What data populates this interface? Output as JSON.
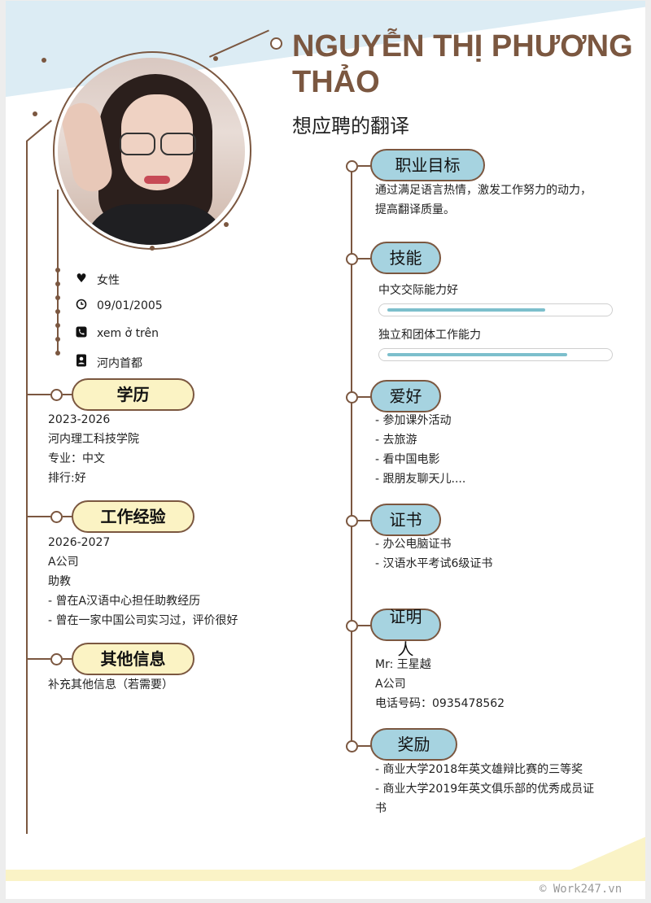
{
  "header": {
    "name": "NGUYỄN THỊ PHƯƠNG THẢO",
    "job_title": "想应聘的翻译"
  },
  "personal": [
    {
      "icon": "heart-icon",
      "text": "女性"
    },
    {
      "icon": "clock-icon",
      "text": "09/01/2005"
    },
    {
      "icon": "phone-icon",
      "text": "xem ở trên"
    },
    {
      "icon": "contact-card-icon",
      "text": "河内首都"
    }
  ],
  "education": {
    "title": "学历",
    "lines": [
      "2023-2026",
      "河内理工科技学院",
      "专业：中文",
      "排行:好"
    ]
  },
  "experience": {
    "title": "工作经验",
    "lines": [
      "2026-2027",
      "A公司",
      "助教",
      "- 曾在A汉语中心担任助教经历",
      "- 曾在一家中国公司实习过，评价很好"
    ]
  },
  "other": {
    "title": "其他信息",
    "lines": [
      "补充其他信息（若需要）"
    ]
  },
  "objective": {
    "title": "职业目标",
    "lines": [
      "通过满足语言热情，激发工作努力的动力，",
      "提高翻译质量。"
    ]
  },
  "skills": {
    "title": "技能",
    "items": [
      {
        "label": "中文交际能力好",
        "level": 0.73
      },
      {
        "label": "独立和团体工作能力",
        "level": 0.83
      }
    ]
  },
  "hobbies": {
    "title": "爱好",
    "lines": [
      "- 参加课外活动",
      "- 去旅游",
      "- 看中国电影",
      "- 跟朋友聊天儿...."
    ]
  },
  "certificates": {
    "title": "证书",
    "lines": [
      "- 办公电脑证书",
      "- 汉语水平考试6级证书"
    ]
  },
  "references": {
    "title": "证明人",
    "lines": [
      "Mr: 王星越",
      "A公司",
      "电话号码：0935478562"
    ]
  },
  "awards": {
    "title": "奖励",
    "lines": [
      "- 商业大学2018年英文雄辩比赛的三等奖",
      "- 商业大学2019年英文俱乐部的优秀成员证",
      "书"
    ]
  },
  "footer": "© Work247.vn"
}
